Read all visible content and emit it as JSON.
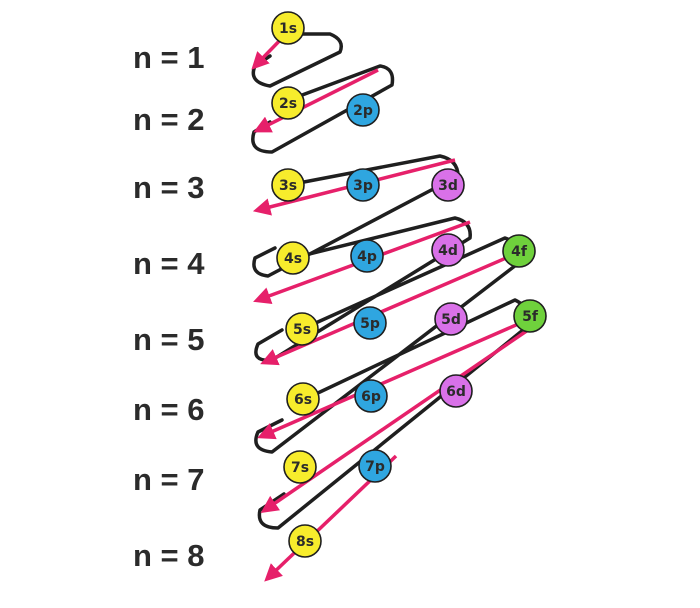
{
  "levels": [
    {
      "label": "n = 1"
    },
    {
      "label": "n = 2"
    },
    {
      "label": "n = 3"
    },
    {
      "label": "n = 4"
    },
    {
      "label": "n = 5"
    },
    {
      "label": "n = 6"
    },
    {
      "label": "n = 7"
    },
    {
      "label": "n = 8"
    }
  ],
  "orbitals": [
    {
      "label": "1s",
      "type": "s"
    },
    {
      "label": "2s",
      "type": "s"
    },
    {
      "label": "2p",
      "type": "p"
    },
    {
      "label": "3s",
      "type": "s"
    },
    {
      "label": "3p",
      "type": "p"
    },
    {
      "label": "3d",
      "type": "d"
    },
    {
      "label": "4s",
      "type": "s"
    },
    {
      "label": "4p",
      "type": "p"
    },
    {
      "label": "4d",
      "type": "d"
    },
    {
      "label": "4f",
      "type": "f"
    },
    {
      "label": "5s",
      "type": "s"
    },
    {
      "label": "5p",
      "type": "p"
    },
    {
      "label": "5d",
      "type": "d"
    },
    {
      "label": "5f",
      "type": "f"
    },
    {
      "label": "6s",
      "type": "s"
    },
    {
      "label": "6p",
      "type": "p"
    },
    {
      "label": "6d",
      "type": "d"
    },
    {
      "label": "7s",
      "type": "s"
    },
    {
      "label": "7p",
      "type": "p"
    },
    {
      "label": "8s",
      "type": "s"
    }
  ],
  "colors": {
    "s": "#f7ec2c",
    "p": "#2fa6e0",
    "d": "#d971e8",
    "f": "#6fd13c",
    "arrow": "#e6206a",
    "connector": "#1f1f1f"
  }
}
